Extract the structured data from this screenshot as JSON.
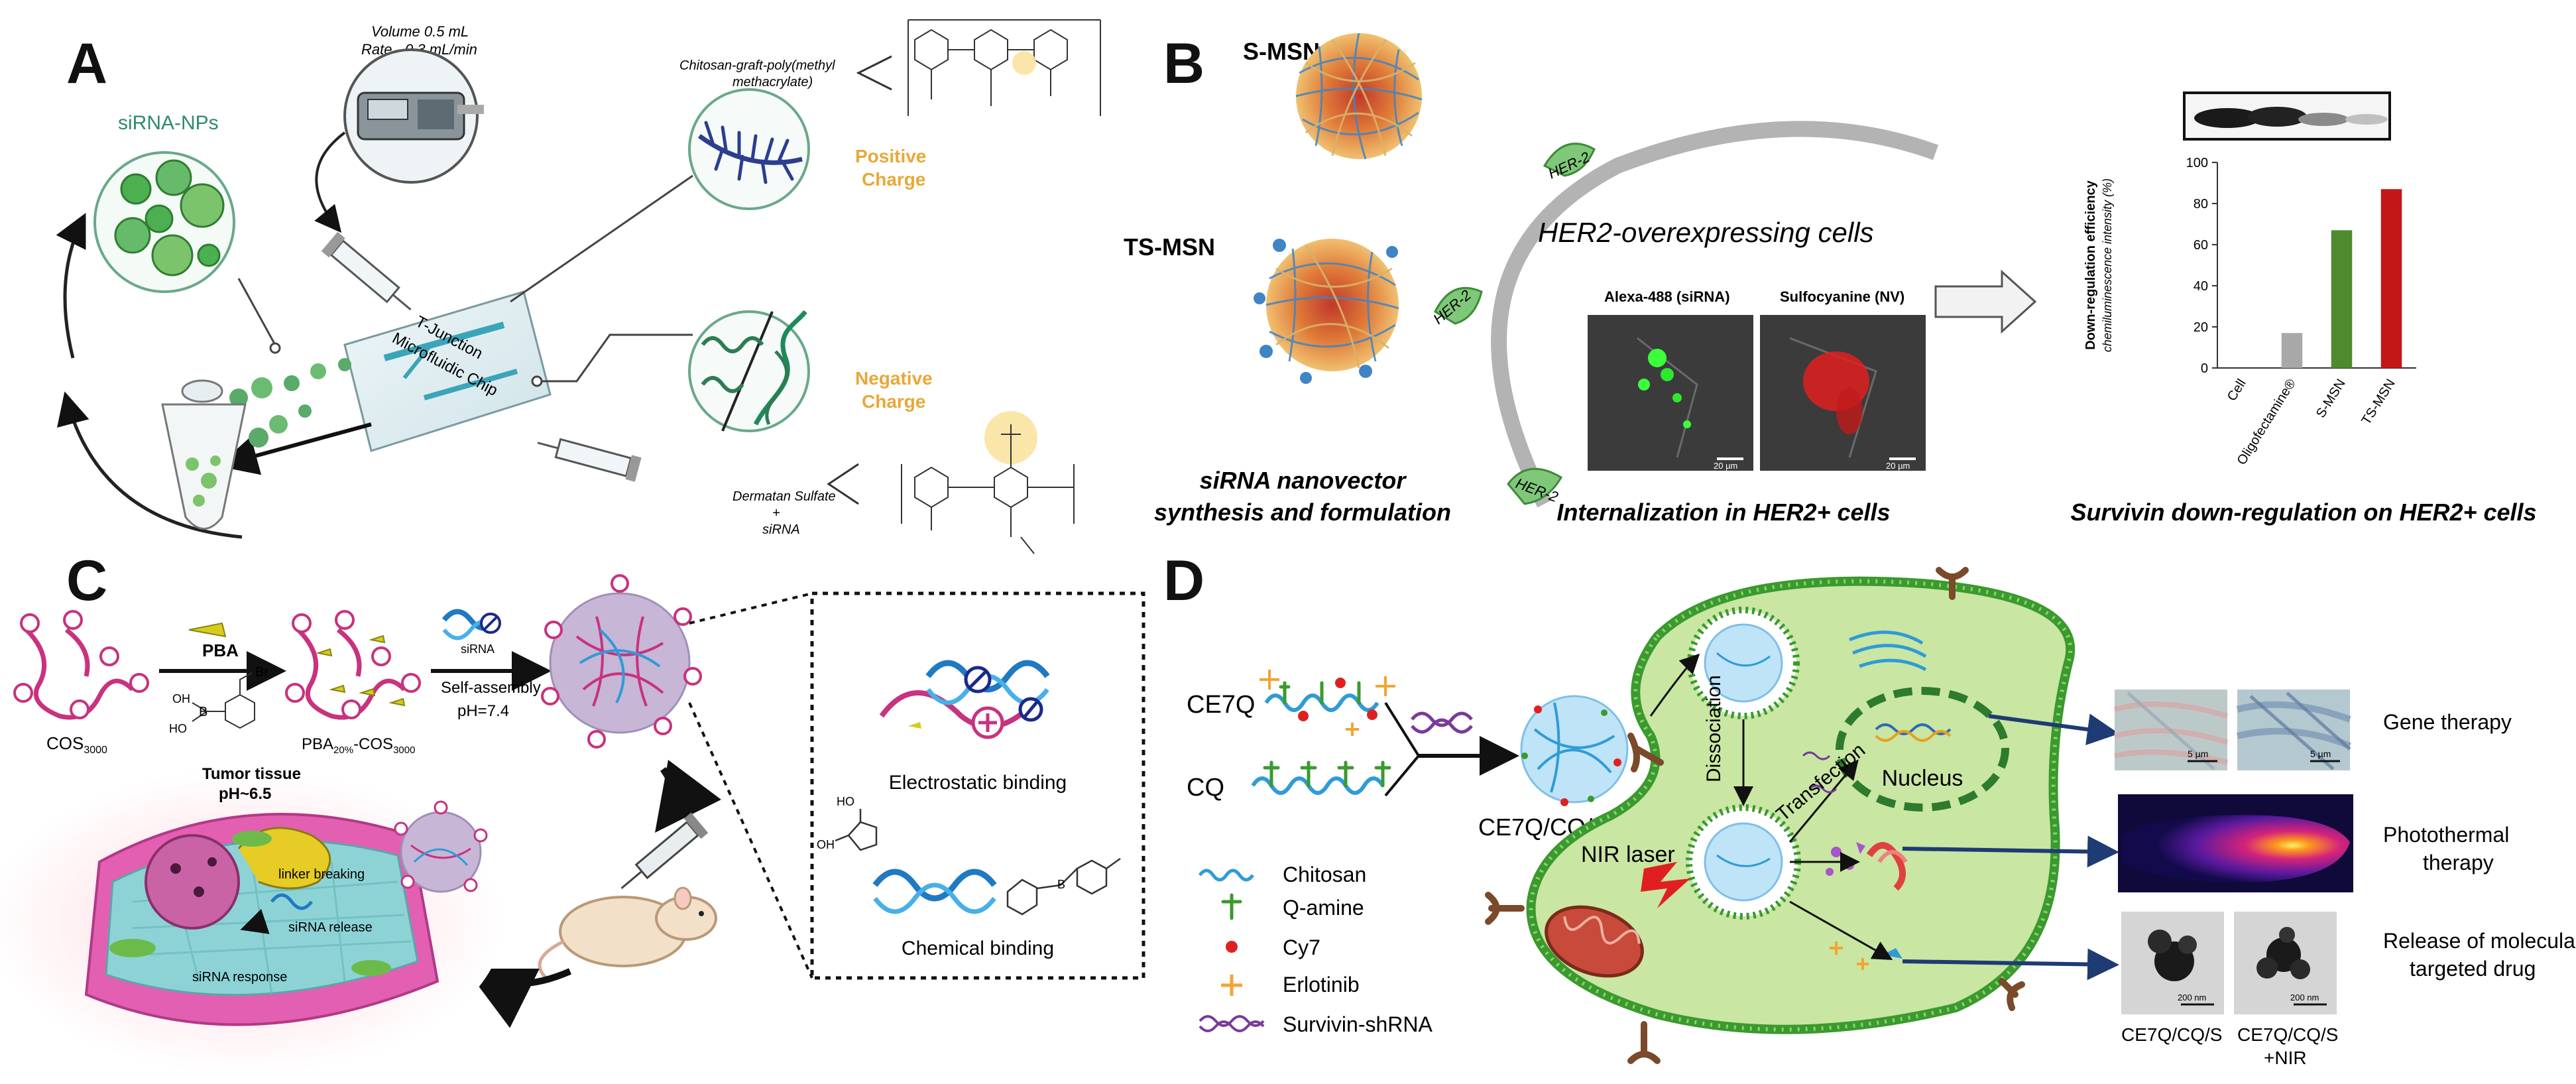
{
  "panel_a": {
    "letter": "A",
    "sirna_nps": "siRNA-NPs",
    "volume": "Volume  0.5 mL",
    "rate": "Rate - 0.3 mL/min",
    "chitosan_line1": "Chitosan-graft-poly(methyl",
    "chitosan_line2": "methacrylate)",
    "positive_line1": "Positive",
    "positive_line2": "Charge",
    "negative_line1": "Negative",
    "negative_line2": "Charge",
    "tjunction_line1": "T-Junction",
    "tjunction_line2": "Microfluidic Chip",
    "dermatan_line1": "Dermatan Sulfate",
    "dermatan_line2": "+",
    "dermatan_line3": "siRNA"
  },
  "panel_b": {
    "letter": "B",
    "s_msn": "S-MSN",
    "ts_msn": "TS-MSN",
    "her2_label": "HER-2",
    "her2_cells": "HER2-overexpressing cells",
    "alexa": "Alexa-488 (siRNA)",
    "sulfocyanine": "Sulfocyanine (NV)",
    "scalebar": "20 µm",
    "caption_left_line1": "siRNA nanovector",
    "caption_left_line2": "synthesis and formulation",
    "caption_mid": "Internalization  in HER2+ cells",
    "caption_right": "Survivin down-regulation  on HER2+ cells"
  },
  "chart_data": {
    "type": "bar",
    "categories": [
      "Cell",
      "Oligofectamine®",
      "S-MSN",
      "TS-MSN"
    ],
    "values": [
      0,
      17,
      67,
      87
    ],
    "colors": [
      "#9e9e9e",
      "#a8a8a8",
      "#4f8a2f",
      "#c21717"
    ],
    "ylabel_line1": "Down-regulation efficiency",
    "ylabel_line2": "chemiluminescence intensity (%)",
    "yticks": [
      0,
      20,
      40,
      60,
      80,
      100
    ],
    "ylim": [
      0,
      100
    ],
    "grid": false,
    "legend": "none"
  },
  "panel_c": {
    "letter": "C",
    "pba": "PBA",
    "sirna": "siRNA",
    "self_assembly": "Self-assembly",
    "ph74": "pH=7.4",
    "cos": "COS",
    "cos_sub": "3000",
    "pba_cos": "PBA",
    "pba_cos_sub1": "20%",
    "pba_cos_mid": "-COS",
    "pba_cos_sub2": "3000",
    "br": "Br",
    "b": "B",
    "oh": "OH",
    "ho": "HO",
    "tumor": "Tumor tissue",
    "ph65": "pH~6.5",
    "linker": "linker breaking",
    "release": "siRNA release",
    "response": "siRNA response",
    "electrostatic": "Electrostatic binding",
    "chemical": "Chemical binding"
  },
  "panel_d": {
    "letter": "D",
    "ce7q": "CE7Q",
    "cq": "CQ",
    "ce7q_cq_s": "CE7Q/CQ/S",
    "dissociation": "Dissociation",
    "transfection": "Transfection",
    "nucleus": "Nucleus",
    "nir": "NIR laser",
    "legend_chitosan": "Chitosan",
    "legend_qamine": "Q-amine",
    "legend_cy7": "Cy7",
    "legend_erlotinib": "Erlotinib",
    "legend_shrna": "Survivin-shRNA",
    "gene_therapy": "Gene therapy",
    "photothermal_line1": "Photothermal",
    "photothermal_line2": "therapy",
    "release_line1": "Release of molecular",
    "release_line2": "targeted drug",
    "scale_5um": "5 µm",
    "scale_200nm": "200 nm",
    "tem1": "CE7Q/CQ/S",
    "tem2_line1": "CE7Q/CQ/S",
    "tem2_line2": "+NIR"
  },
  "colors": {
    "positive_charge": "#e8a838",
    "negative_charge": "#e8a838",
    "membrane_green": "#3a9a2e",
    "cell_fill": "#c9e6a3",
    "chitosan_blue": "#2f9bd7",
    "qamine_green": "#3a9a2e",
    "cy7_red": "#e02020",
    "erlotinib_orange": "#f2a531",
    "receptor_brown": "#7a4a2a"
  }
}
